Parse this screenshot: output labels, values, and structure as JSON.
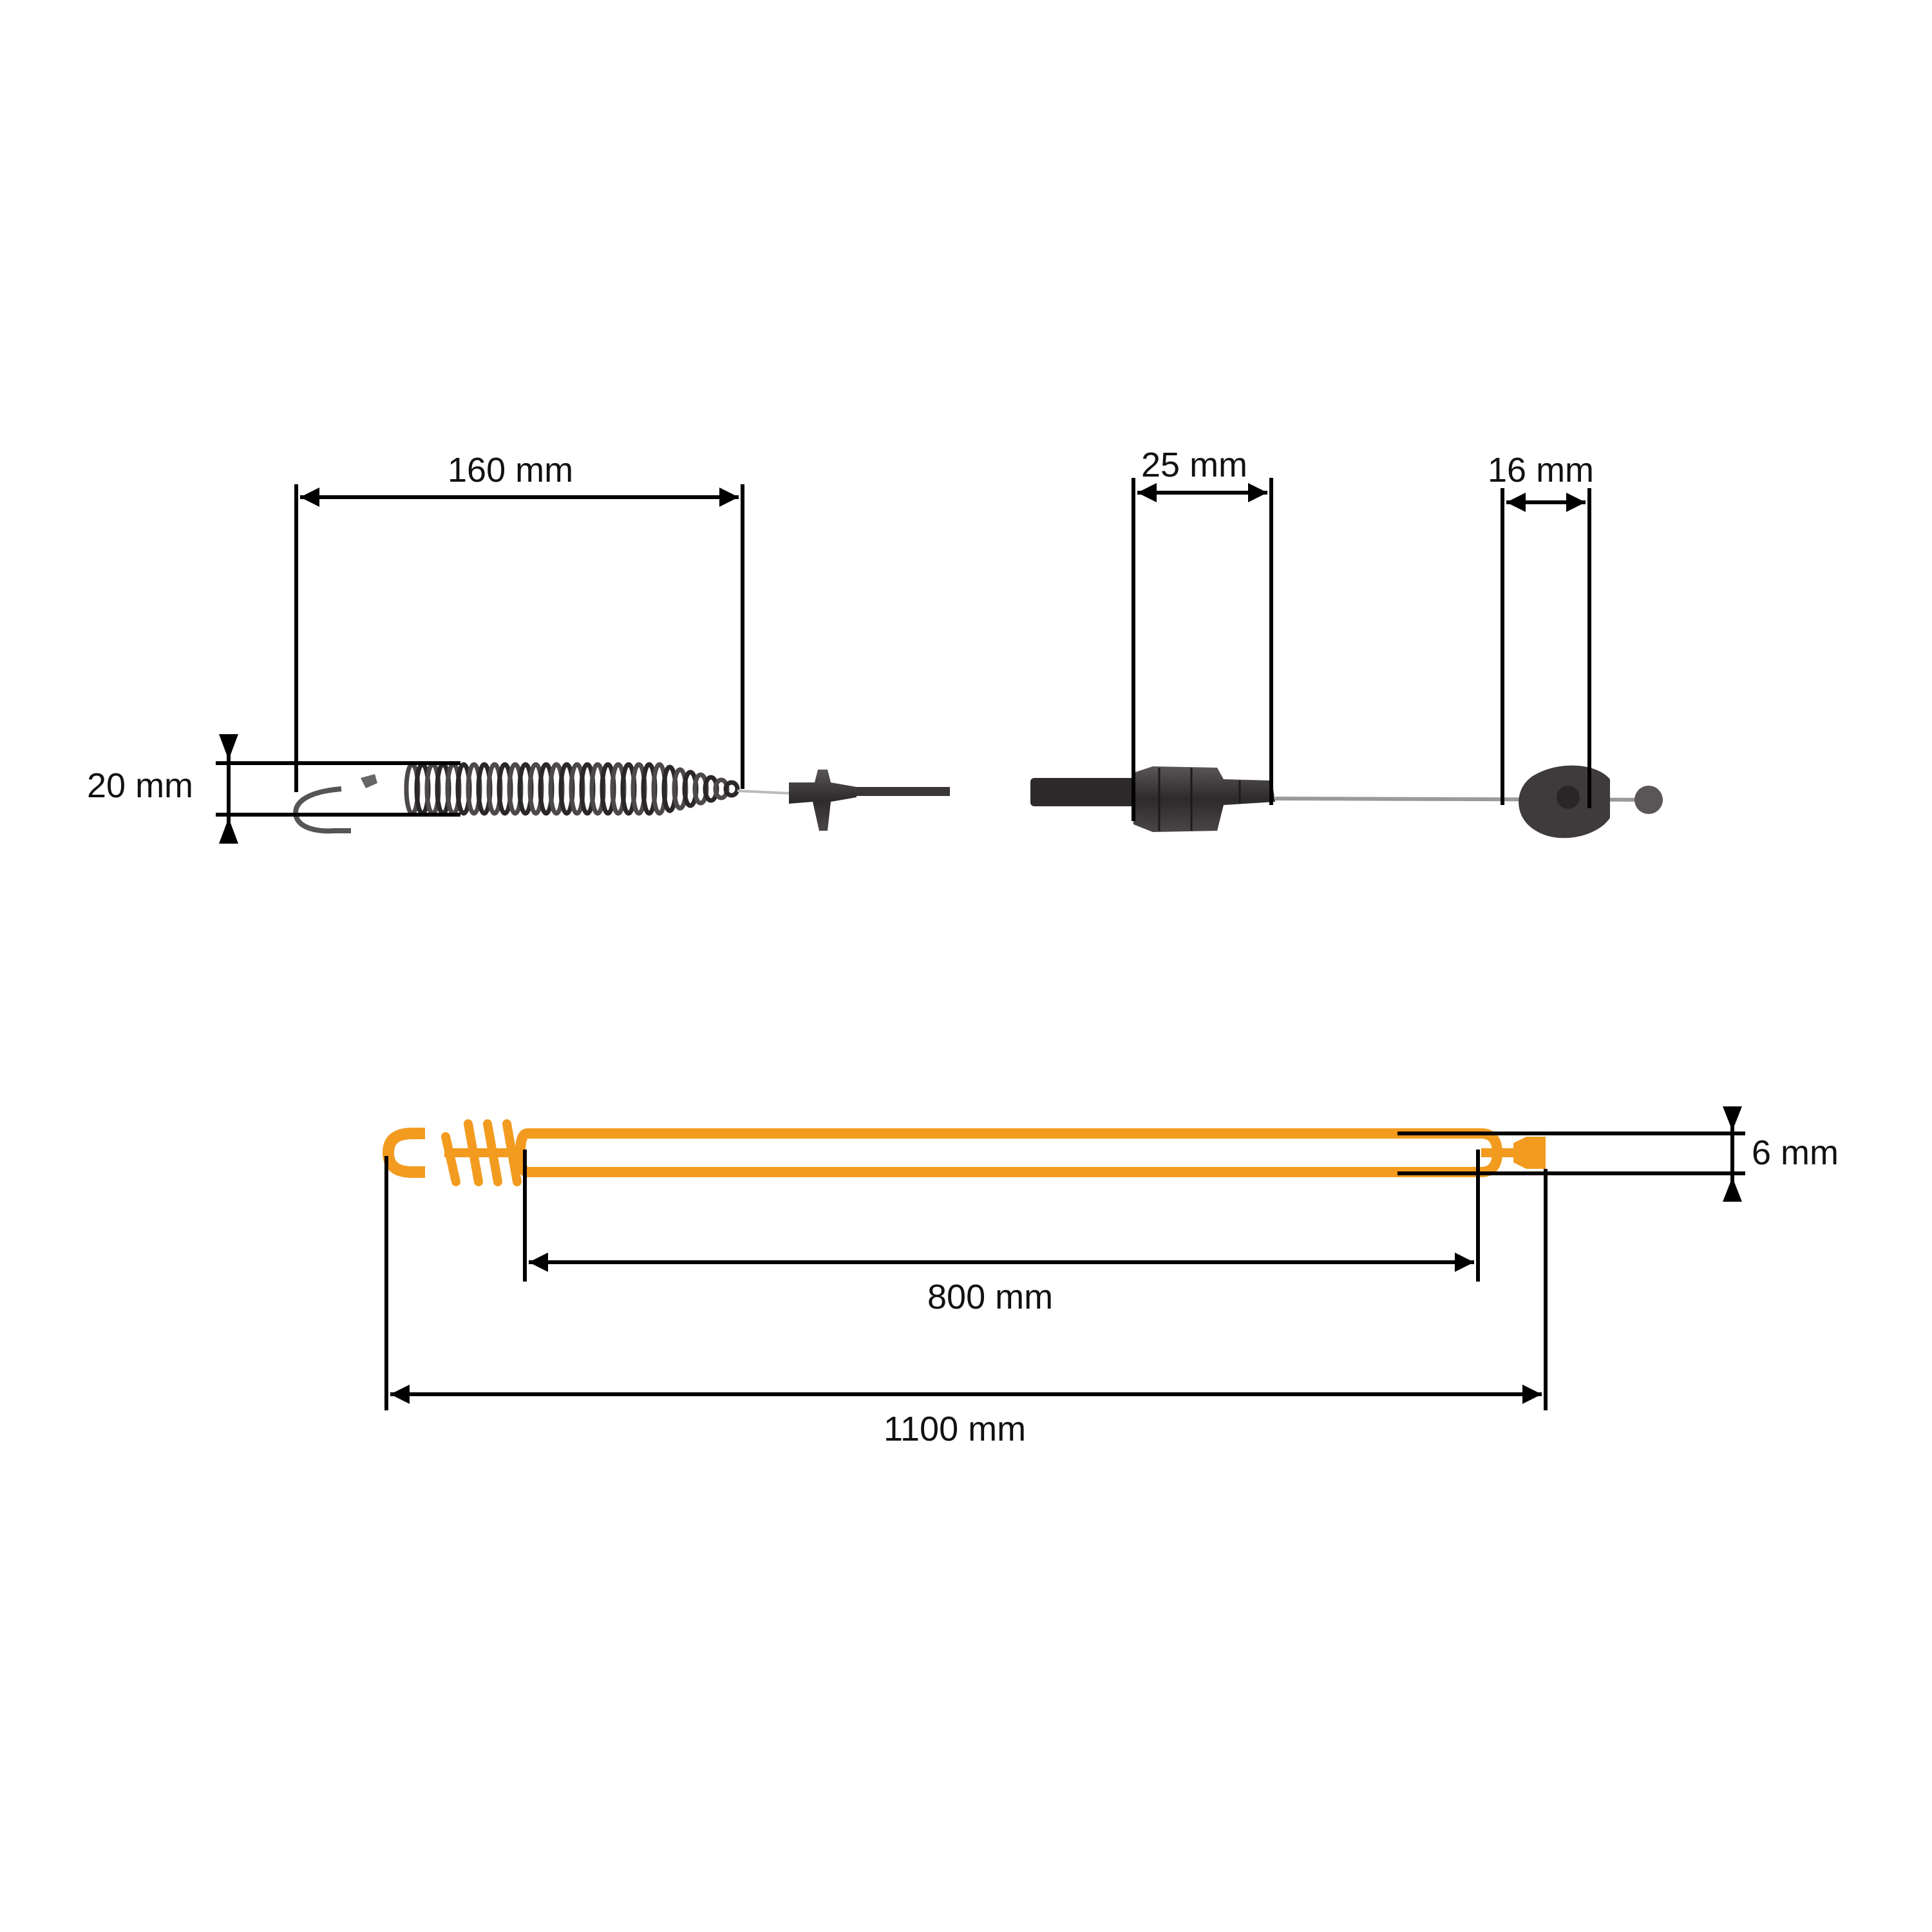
{
  "diagram": {
    "dimensions": {
      "spring_width": "20 mm",
      "spring_length": "160 mm",
      "sleeve_length": "25 mm",
      "nipple_length": "16 mm",
      "cable_diameter": "6 mm",
      "sheath_length": "800 mm",
      "total_length": "1100 mm"
    },
    "colors": {
      "dimension_line": "#000000",
      "part_dark": "#3a3536",
      "cable_orange": "#f29b1f",
      "wire_grey": "#9a9a9a",
      "background": "#ffffff"
    }
  }
}
